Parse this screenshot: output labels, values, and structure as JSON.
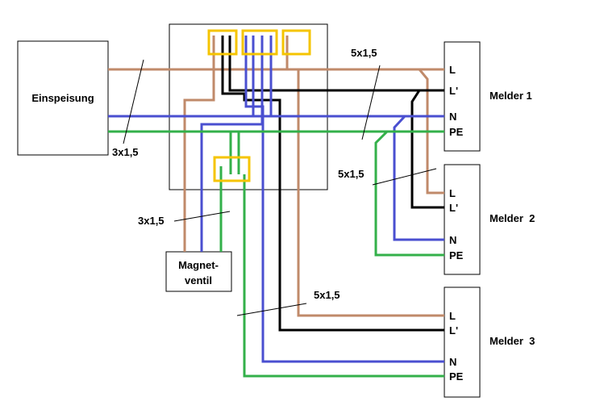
{
  "feed": {
    "label": "Einspeisung"
  },
  "valve": {
    "line1": "Magnet-",
    "line2": "ventil"
  },
  "cable_labels": {
    "feed": "3x1,5",
    "detector1": "5x1,5",
    "detector2": "5x1,5",
    "valve": "3x1,5",
    "detector3": "5x1,5"
  },
  "detectors": [
    {
      "name": "Melder 1",
      "terminals": [
        "L",
        "L'",
        "N",
        "PE"
      ]
    },
    {
      "name": "Melder  2",
      "terminals": [
        "L",
        "L'",
        "N",
        "PE"
      ]
    },
    {
      "name": "Melder  3",
      "terminals": [
        "L",
        "L'",
        "N",
        "PE"
      ]
    }
  ],
  "wire_colors": {
    "L": "#c08a6a",
    "L_switched": "#000000",
    "N": "#4a4fd0",
    "PE": "#33b04a"
  },
  "terminal_block_color": "#f5c400"
}
